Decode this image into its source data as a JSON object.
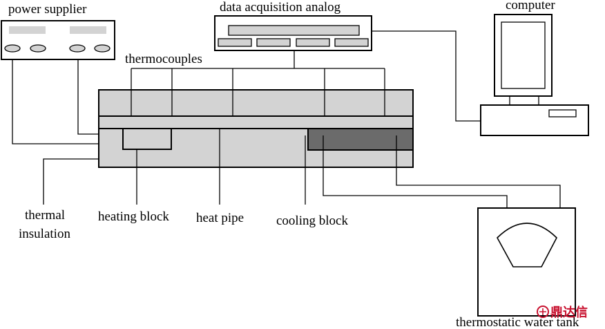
{
  "labels": {
    "power_supplier": "power supplier",
    "data_acquisition": "data acquisition analog",
    "computer": "computer",
    "thermocouples": "thermocouples",
    "thermal_insulation_line1": "thermal",
    "thermal_insulation_line2": "insulation",
    "heating_block": "heating block",
    "heat_pipe": "heat pipe",
    "cooling_block": "cooling block",
    "water_tank": "thermostatic water tank"
  },
  "watermark": {
    "text": "鼎达信"
  },
  "colors": {
    "panel_fill": "#d3d3d3",
    "cooling_fill": "#6b6b6b",
    "watermark": "#c8102e"
  }
}
